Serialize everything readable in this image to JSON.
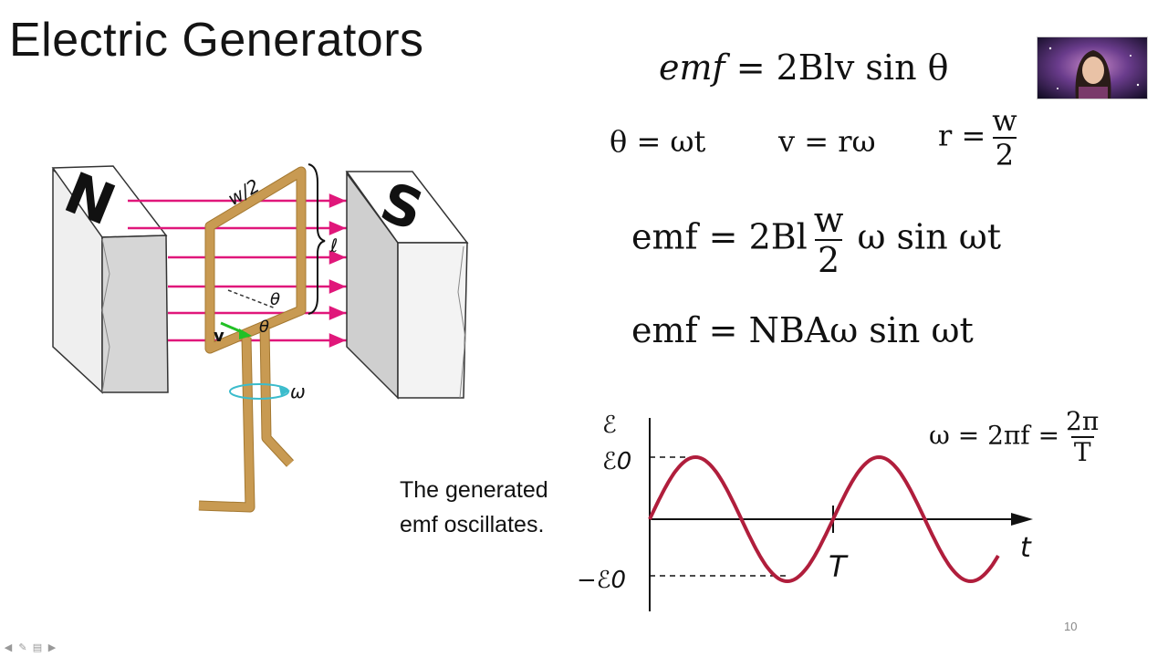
{
  "slide": {
    "title": "Electric Generators",
    "page_number": "10"
  },
  "equations": {
    "eq1": {
      "lhs": "emf",
      "rhs": "= 2Blv sin θ"
    },
    "eq2": "θ = ωt",
    "eq3": "v = rω",
    "eq4": {
      "lhs": "r =",
      "num": "w",
      "den": "2"
    },
    "eq5": {
      "lhs": "emf = 2Bl",
      "num": "w",
      "den": "2",
      "rhs": "ω sin ωt"
    },
    "eq6": "emf = NBAω sin ωt",
    "eq7": {
      "lhs": "ω = 2πf =",
      "num": "2π",
      "den": "T"
    }
  },
  "note": {
    "line1": "The generated",
    "line2": "emf oscillates."
  },
  "generator_figure": {
    "north_label": "N",
    "south_label": "S",
    "width_label": "w/2",
    "length_label": "ℓ",
    "angle_label": "θ",
    "velocity_label": "v",
    "omega_label": "ω",
    "colors": {
      "field_lines": "#e0177a",
      "coil": "#c89a52",
      "magnet_face": "#d4d4d4",
      "velocity": "#22c026",
      "rotation": "#3bbccc"
    }
  },
  "emf_graph": {
    "y_axis_label": "ℰ",
    "peak_label": "ℰ0",
    "trough_label": "−ℰ0",
    "x_axis_label": "t",
    "period_label": "T",
    "curve_color": "#b01e3c"
  },
  "chart_data": {
    "type": "line",
    "xlabel": "t",
    "ylabel": "ℰ",
    "x_ticks": [
      "T"
    ],
    "y_ticks": [
      "ℰ0",
      "−ℰ0"
    ],
    "series": [
      {
        "x": [
          0,
          0.25,
          0.5,
          0.75,
          1.0,
          1.25,
          1.5,
          1.75,
          1.9
        ],
        "y": [
          0,
          1,
          0,
          -1,
          0,
          1,
          0,
          -1,
          -0.59
        ]
      }
    ]
  }
}
